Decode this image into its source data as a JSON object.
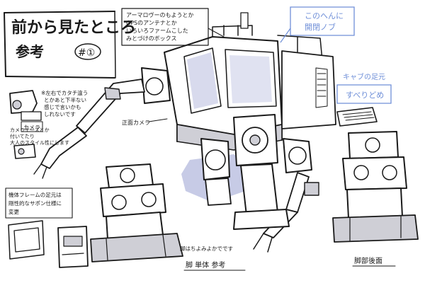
{
  "title": {
    "line1": "前から見たところ",
    "line2": "参考",
    "badge": "#①"
  },
  "annotations": {
    "antenna_box": [
      "アーマロヴーのもようとか",
      "GPSのアンテナとか",
      "いろいろファームこした",
      "みとづけのボックス"
    ],
    "opening": [
      "このへんに",
      "開閉ノブ"
    ],
    "cabin_foot": [
      "キャブの足元"
    ],
    "anti_slip": [
      "すべりどめ"
    ],
    "camera_note": [
      "※左右でカタチ違う",
      "とかあと下半ない",
      "感じで言いかも",
      "しれないです"
    ],
    "camera_label": [
      "カメラ"
    ],
    "camera_case": [
      "カメラケースとか",
      "付いてたり",
      "大人のスタイル性にします"
    ],
    "front_camera": [
      "正面カメラ"
    ],
    "body_frame_note": [
      "機体フレームの足元は",
      "剛性的なサポン仕様に",
      "変更"
    ],
    "leg_note": [
      "脚はちよみよかでです"
    ],
    "leg_ref": [
      "脚 単体 参考"
    ],
    "leg_back": [
      "脚部後面"
    ]
  }
}
